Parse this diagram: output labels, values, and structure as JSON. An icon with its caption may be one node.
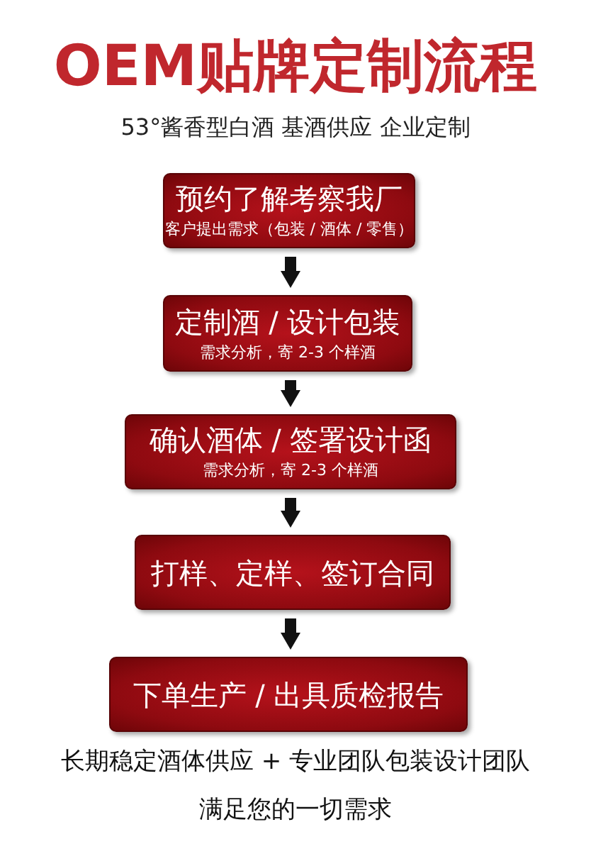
{
  "diagram": {
    "title": "OEM贴牌定制流程",
    "caption": "53°酱香型白酒 基酒供应 企业定制",
    "nodes": [
      {
        "text": [
          "预约了解考察我厂",
          "客户提出需求（包装 / 酒体 / 零售）"
        ]
      },
      {
        "text": [
          "定制酒 / 设计包装",
          "需求分析，寄 2-3 个样酒"
        ]
      },
      {
        "text": [
          "确认酒体 / 签署设计函",
          "需求分析，寄 2-3 个样酒"
        ]
      },
      {
        "text": [
          "打样、定样、签订合同"
        ]
      },
      {
        "text": [
          "下单生产 / 出具质检报告"
        ]
      }
    ],
    "edges": [
      {
        "from": 0,
        "to": 1,
        "arrow": "to"
      },
      {
        "from": 1,
        "to": 2,
        "arrow": "to"
      },
      {
        "from": 2,
        "to": 3,
        "arrow": "to"
      },
      {
        "from": 3,
        "to": 4,
        "arrow": "to"
      }
    ],
    "labels": [
      "长期稳定酒体供应 + 专业团队包装设计团队",
      "满足您的一切需求"
    ]
  }
}
